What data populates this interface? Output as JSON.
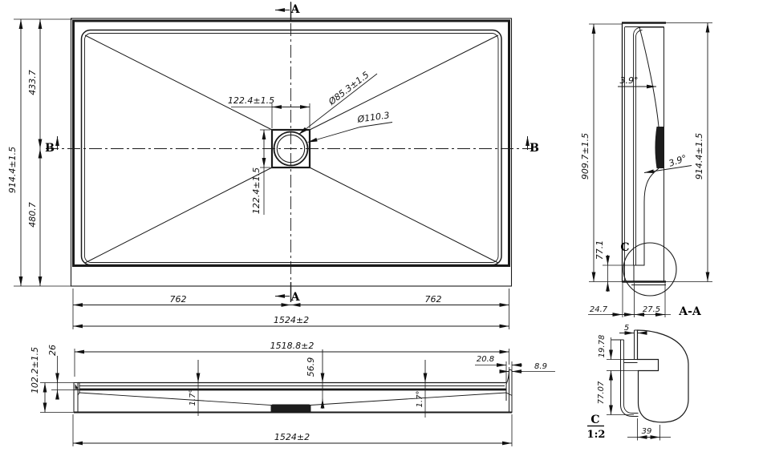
{
  "views": {
    "plan": {
      "marker_a_top": "A",
      "marker_a_bottom": "A",
      "marker_b_left": "B",
      "marker_b_right": "B",
      "dim_height_total": "914.4±1.5",
      "dim_height_top": "433.7",
      "dim_height_bottom": "480.7",
      "dim_half_left": "762",
      "dim_half_right": "762",
      "dim_width_total": "1524±2",
      "dim_drain_x": "122.4±1.5",
      "dim_drain_y": "122.4±1.5",
      "dim_drain_dia_outer": "Ø85.3±1.5",
      "dim_drain_dia_inner": "Ø110.3"
    },
    "section": {
      "title": "A-A",
      "dim_height_inner": "909.7±1.5",
      "dim_height_total": "914.4±1.5",
      "dim_angle_upper": "3.9°",
      "dim_angle_lower": "3.9°",
      "dim_foot": "77.1",
      "dim_base_left": "24.7",
      "dim_base_right": "27.5",
      "detail_marker": "C"
    },
    "front": {
      "dim_width_inner": "1518.8±2",
      "dim_width_total": "1524±2",
      "dim_height_total": "102.2±1.5",
      "dim_rim": "26",
      "dim_depth_center": "56.9",
      "dim_slope_left": "1.7°",
      "dim_slope_right": "1.7°",
      "dim_edge": "20.8",
      "dim_lip": "8.9"
    },
    "detail": {
      "title": "C",
      "scale": "1:2",
      "dim_lip": "5",
      "dim_step": "19.78",
      "dim_foot": "77.07",
      "dim_width": "39"
    }
  }
}
